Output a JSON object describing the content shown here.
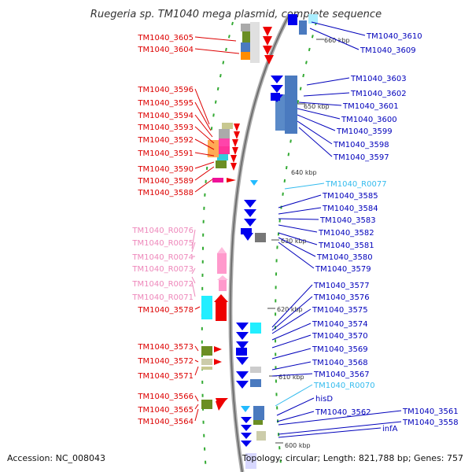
{
  "title": "Ruegeria sp. TM1040 mega plasmid, complete sequence",
  "footer": {
    "accession": "Accession: NC_008043",
    "topology": "Topology: circular; Length: 821,788 bp; Genes: 757"
  },
  "colors": {
    "red_label": "#dd0000",
    "pink_label": "#ee88bb",
    "blue_label": "#0000bb",
    "cyan_label": "#33bbee",
    "backbone": "#888888"
  },
  "kbp_marks": [
    "660 kbp",
    "650 kbp",
    "640 kbp",
    "630 kbp",
    "620 kbp",
    "610 kbp",
    "600 kbp"
  ],
  "left_labels": [
    {
      "text": "TM1040_3605",
      "color": "red"
    },
    {
      "text": "TM1040_3604",
      "color": "red"
    },
    {
      "text": "TM1040_3596",
      "color": "red"
    },
    {
      "text": "TM1040_3595",
      "color": "red"
    },
    {
      "text": "TM1040_3594",
      "color": "red"
    },
    {
      "text": "TM1040_3593",
      "color": "red"
    },
    {
      "text": "TM1040_3592",
      "color": "red"
    },
    {
      "text": "TM1040_3591",
      "color": "red"
    },
    {
      "text": "TM1040_3590",
      "color": "red"
    },
    {
      "text": "TM1040_3589",
      "color": "red"
    },
    {
      "text": "TM1040_3588",
      "color": "red"
    },
    {
      "text": "TM1040_R0076",
      "color": "pink"
    },
    {
      "text": "TM1040_R0075",
      "color": "pink"
    },
    {
      "text": "TM1040_R0074",
      "color": "pink"
    },
    {
      "text": "TM1040_R0073",
      "color": "pink"
    },
    {
      "text": "TM1040_R0072",
      "color": "pink"
    },
    {
      "text": "TM1040_R0071",
      "color": "pink"
    },
    {
      "text": "TM1040_3578",
      "color": "red"
    },
    {
      "text": "TM1040_3573",
      "color": "red"
    },
    {
      "text": "TM1040_3572",
      "color": "red"
    },
    {
      "text": "TM1040_3571",
      "color": "red"
    },
    {
      "text": "TM1040_3566",
      "color": "red"
    },
    {
      "text": "TM1040_3565",
      "color": "red"
    },
    {
      "text": "TM1040_3564",
      "color": "red"
    }
  ],
  "right_labels": [
    {
      "text": "TM1040_3610",
      "color": "blue"
    },
    {
      "text": "TM1040_3609",
      "color": "blue"
    },
    {
      "text": "TM1040_3603",
      "color": "blue"
    },
    {
      "text": "TM1040_3602",
      "color": "blue"
    },
    {
      "text": "TM1040_3601",
      "color": "blue"
    },
    {
      "text": "TM1040_3600",
      "color": "blue"
    },
    {
      "text": "TM1040_3599",
      "color": "blue"
    },
    {
      "text": "TM1040_3598",
      "color": "blue"
    },
    {
      "text": "TM1040_3597",
      "color": "blue"
    },
    {
      "text": "TM1040_R0077",
      "color": "cyan"
    },
    {
      "text": "TM1040_3585",
      "color": "blue"
    },
    {
      "text": "TM1040_3584",
      "color": "blue"
    },
    {
      "text": "TM1040_3583",
      "color": "blue"
    },
    {
      "text": "TM1040_3582",
      "color": "blue"
    },
    {
      "text": "TM1040_3581",
      "color": "blue"
    },
    {
      "text": "TM1040_3580",
      "color": "blue"
    },
    {
      "text": "TM1040_3579",
      "color": "blue"
    },
    {
      "text": "TM1040_3577",
      "color": "blue"
    },
    {
      "text": "TM1040_3576",
      "color": "blue"
    },
    {
      "text": "TM1040_3575",
      "color": "blue"
    },
    {
      "text": "TM1040_3574",
      "color": "blue"
    },
    {
      "text": "TM1040_3570",
      "color": "blue"
    },
    {
      "text": "TM1040_3569",
      "color": "blue"
    },
    {
      "text": "TM1040_3568",
      "color": "blue"
    },
    {
      "text": "TM1040_3567",
      "color": "blue"
    },
    {
      "text": "TM1040_R0070",
      "color": "cyan"
    },
    {
      "text": "hisD",
      "color": "blue"
    },
    {
      "text": "TM1040_3562",
      "color": "blue"
    },
    {
      "text": "TM1040_3561",
      "color": "blue"
    },
    {
      "text": "TM1040_3558",
      "color": "blue"
    },
    {
      "text": "infA",
      "color": "blue"
    }
  ]
}
